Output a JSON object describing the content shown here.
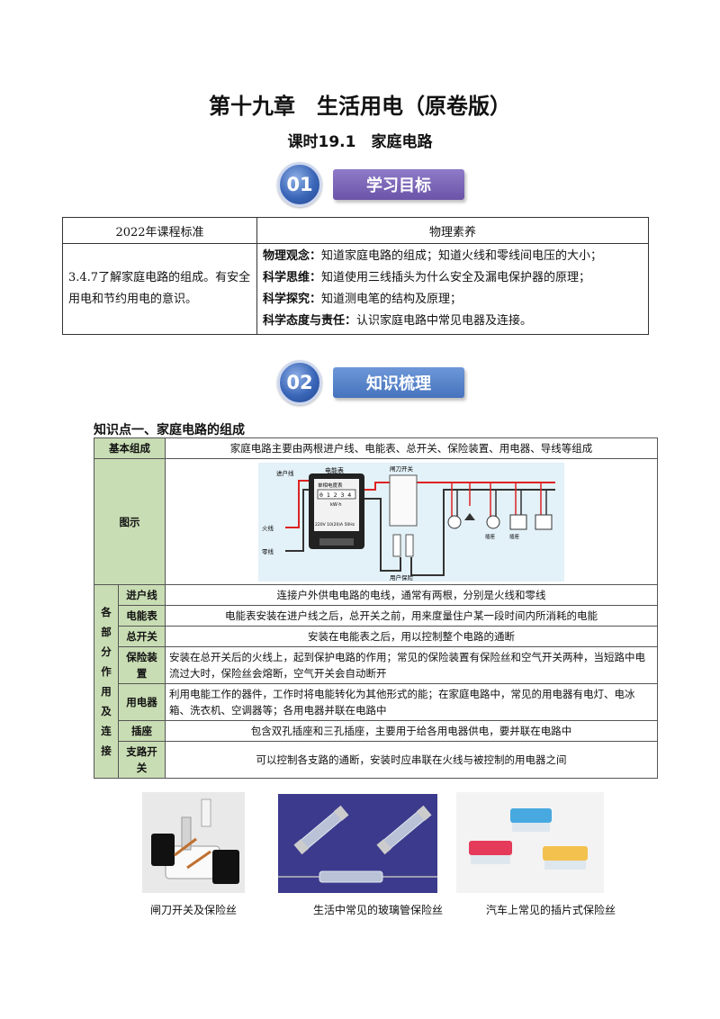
{
  "header": {
    "title": "第十九章　生活用电（原卷版）",
    "subtitle": "课时19.1　家庭电路"
  },
  "section1": {
    "number": "01",
    "label": "学习目标"
  },
  "goals_table": {
    "col1_header": "2022年课程标准",
    "col2_header": "物理素养",
    "standard": "3.4.7了解家庭电路的组成。有安全用电和节约用电的意识。",
    "items": [
      {
        "key": "物理观念：",
        "text": "知道家庭电路的组成；知道火线和零线间电压的大小；"
      },
      {
        "key": "科学思维：",
        "text": "知道使用三线插头为什么安全及漏电保护器的原理；"
      },
      {
        "key": "科学探究：",
        "text": "知道测电笔的结构及原理；"
      },
      {
        "key": "科学态度与责任：",
        "text": "认识家庭电路中常见电器及连接。"
      }
    ]
  },
  "section2": {
    "number": "02",
    "label": "知识梳理"
  },
  "knowledge": {
    "heading": "知识点一、家庭电路的组成",
    "basic_label": "基本组成",
    "basic_text": "家庭电路主要由两根进户线、电能表、总开关、保险装置、用电器、导线等组成",
    "diagram_label": "图示",
    "group_label": "各部分作用及连接",
    "diagram": {
      "meter_title": "电能表",
      "meter_name": "单相电度表",
      "meter_digits": "0 1 2 3 4",
      "meter_unit": "kW·h",
      "meter_spec": "220V 10(20)A 50Hz",
      "switch_label": "闸刀开关",
      "entry_label": "进户线",
      "live_label": "火线",
      "neutral_label": "零线",
      "fuse_label": "用户保险",
      "socket_label": "插座",
      "plug_label": "插座"
    },
    "rows": [
      {
        "label": "进户线",
        "text": "连接户外供电电路的电线，通常有两根，分别是火线和零线"
      },
      {
        "label": "电能表",
        "text": "电能表安装在进户线之后，总开关之前，用来度量住户某一段时间内所消耗的电能"
      },
      {
        "label": "总开关",
        "text": "安装在电能表之后，用以控制整个电路的通断"
      },
      {
        "label": "保险装置",
        "text": "安装在总开关后的火线上，起到保护电路的作用；常见的保险装置有保险丝和空气开关两种，当短路中电流过大时，保险丝会熔断，空气开关会自动断开"
      },
      {
        "label": "用电器",
        "text": "利用电能工作的器件，工作时将电能转化为其他形式的能；在家庭电路中，常见的用电器有电灯、电冰箱、洗衣机、空调器等；各用电器并联在电路中"
      },
      {
        "label": "插座",
        "text": "包含双孔插座和三孔插座，主要用于给各用电器供电，要并联在电路中"
      },
      {
        "label": "支路开关",
        "text": "可以控制各支路的通断，安装时应串联在火线与被控制的用电器之间"
      }
    ]
  },
  "photos": [
    {
      "caption": "闸刀开关及保险丝"
    },
    {
      "caption": "生活中常见的玻璃管保险丝"
    },
    {
      "caption": "汽车上常见的插片式保险丝"
    }
  ]
}
